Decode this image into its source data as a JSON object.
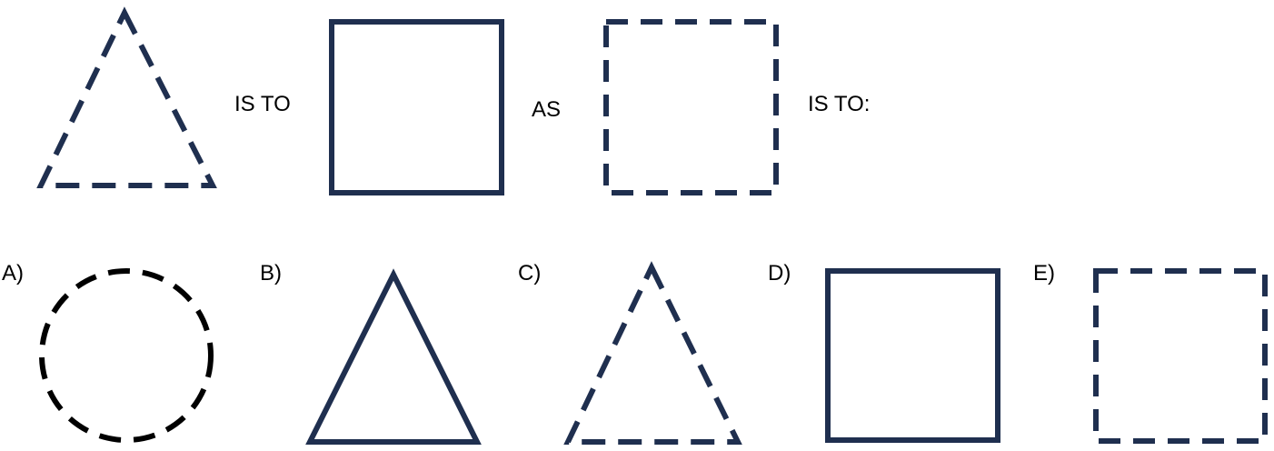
{
  "colors": {
    "shape_navy": "#1f2f4f",
    "circle_black": "#000000",
    "background": "#ffffff"
  },
  "analogy": {
    "connector_is_to": "IS TO",
    "connector_as": "AS",
    "connector_is_to_colon": "IS TO:",
    "first_shape": "triangle-dashed",
    "second_shape": "square-solid",
    "third_shape": "square-dashed"
  },
  "options": [
    {
      "label": "A)",
      "shape": "circle-dashed"
    },
    {
      "label": "B)",
      "shape": "triangle-solid"
    },
    {
      "label": "C)",
      "shape": "triangle-dashed"
    },
    {
      "label": "D)",
      "shape": "square-solid"
    },
    {
      "label": "E)",
      "shape": "square-dashed"
    }
  ]
}
